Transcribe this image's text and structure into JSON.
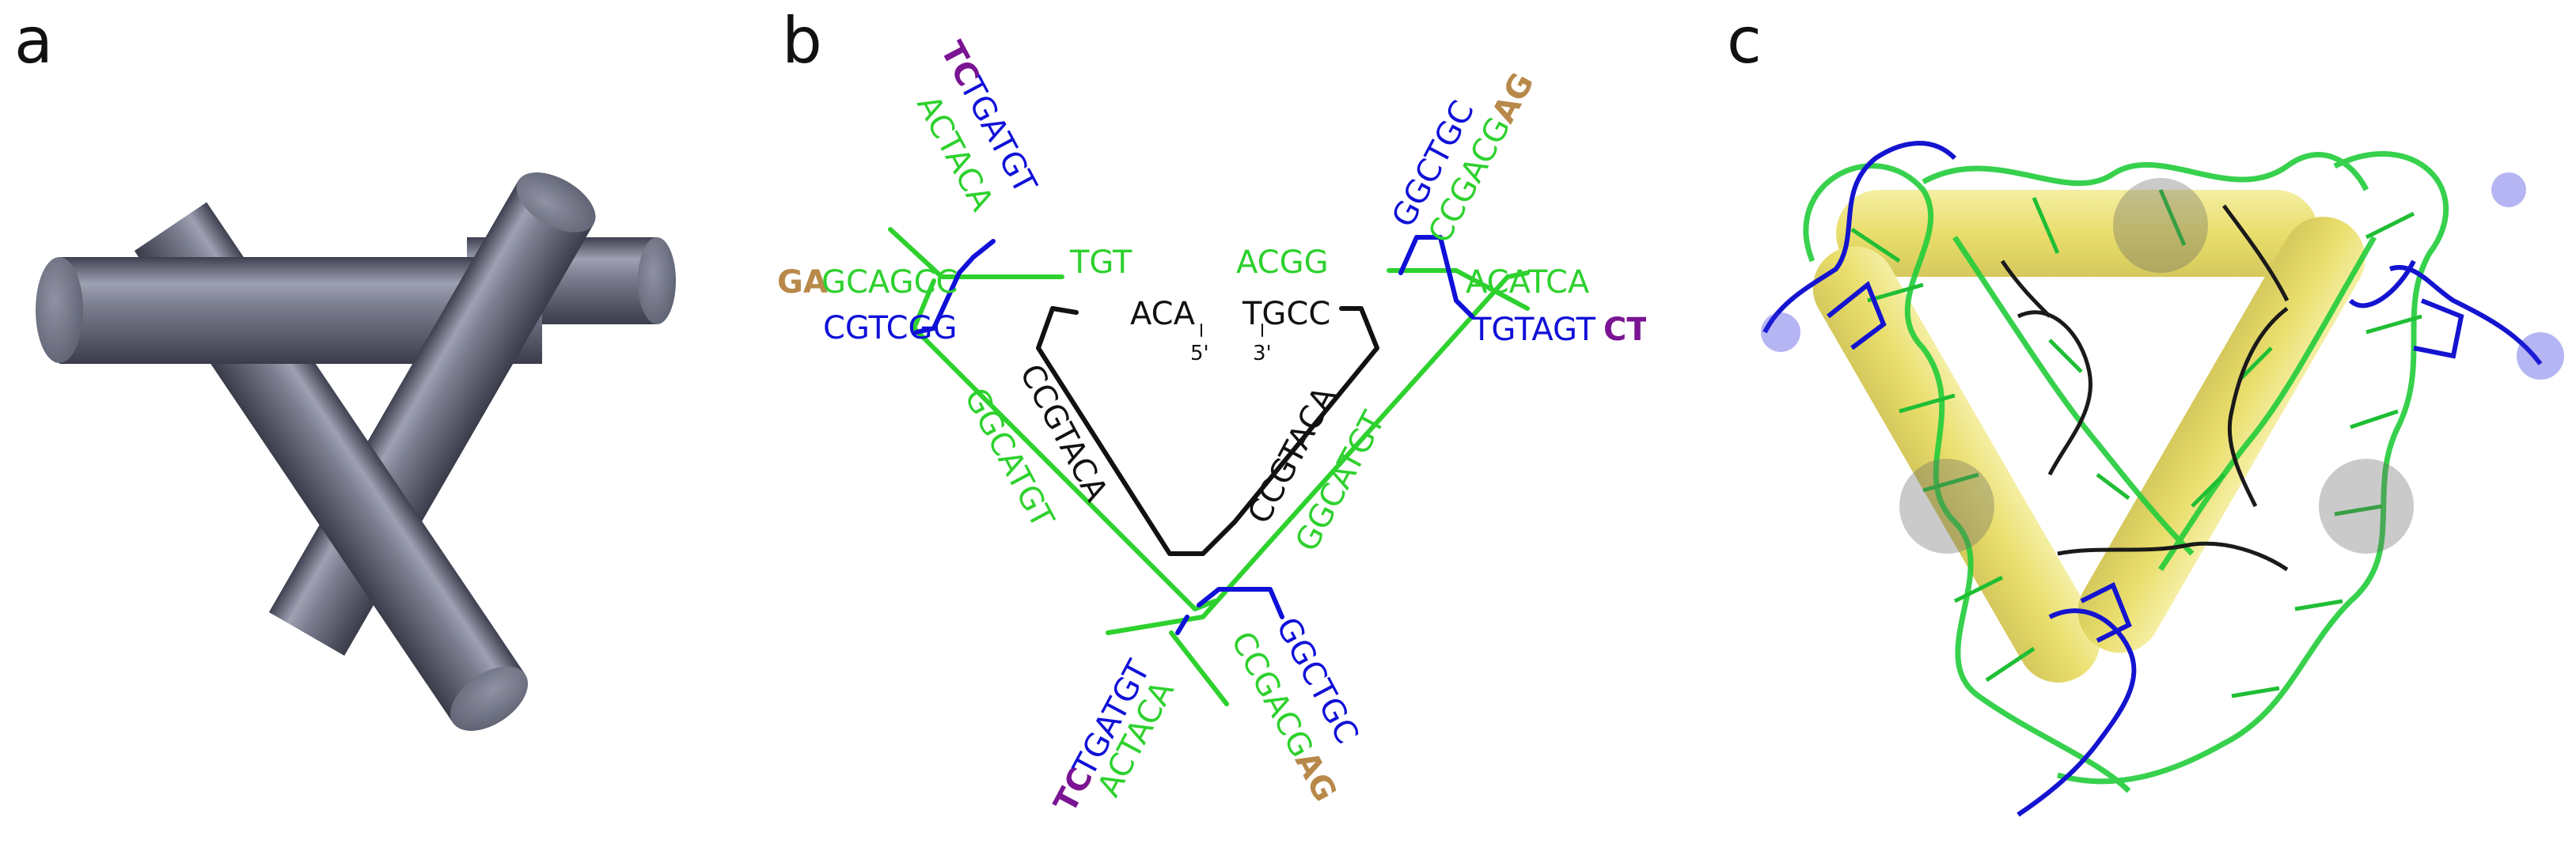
{
  "figure": {
    "panels": [
      {
        "id": "a",
        "letter": "a"
      },
      {
        "id": "b",
        "letter": "b"
      },
      {
        "id": "c",
        "letter": "c"
      }
    ]
  },
  "colors": {
    "green": "#2ed12e",
    "blue": "#1010d8",
    "black": "#111111",
    "purple": "#7a1493",
    "gold": "#b8894a",
    "cylinder_gray": "#6b6e7e",
    "yellow_rod": "#e8dc4c"
  },
  "diagram_b": {
    "top_left": {
      "outer_purple": "TC",
      "outer_blue": "TGATGT",
      "outer_green": "ACTACA",
      "mid_gold": "GA",
      "mid_green": "GCAGCC",
      "right_green": "TGT",
      "blue_left": "CGTCGG",
      "inner_black": "ACA",
      "mark_5": "5'"
    },
    "top_right": {
      "inner_green": "ACGG",
      "inner_black": "TGCC",
      "mark_3": "3'",
      "outer_blue": "GGCTGC",
      "outer_green": "CCGACG",
      "outer_gold": "AG",
      "right_green": "ACATCA",
      "right_blue": "TGTAGT",
      "right_purple": "CT"
    },
    "left_arm": {
      "black": "CCGTACA",
      "green": "GGCATGT"
    },
    "right_arm": {
      "black": "CCGTACA",
      "green": "GGCATGT"
    },
    "bottom": {
      "left_purple": "TC",
      "left_blue": "TGATGT",
      "left_green": "ACTACA",
      "right_blue": "GGCTGC",
      "right_green": "CCGACG",
      "right_gold": "AG"
    }
  }
}
